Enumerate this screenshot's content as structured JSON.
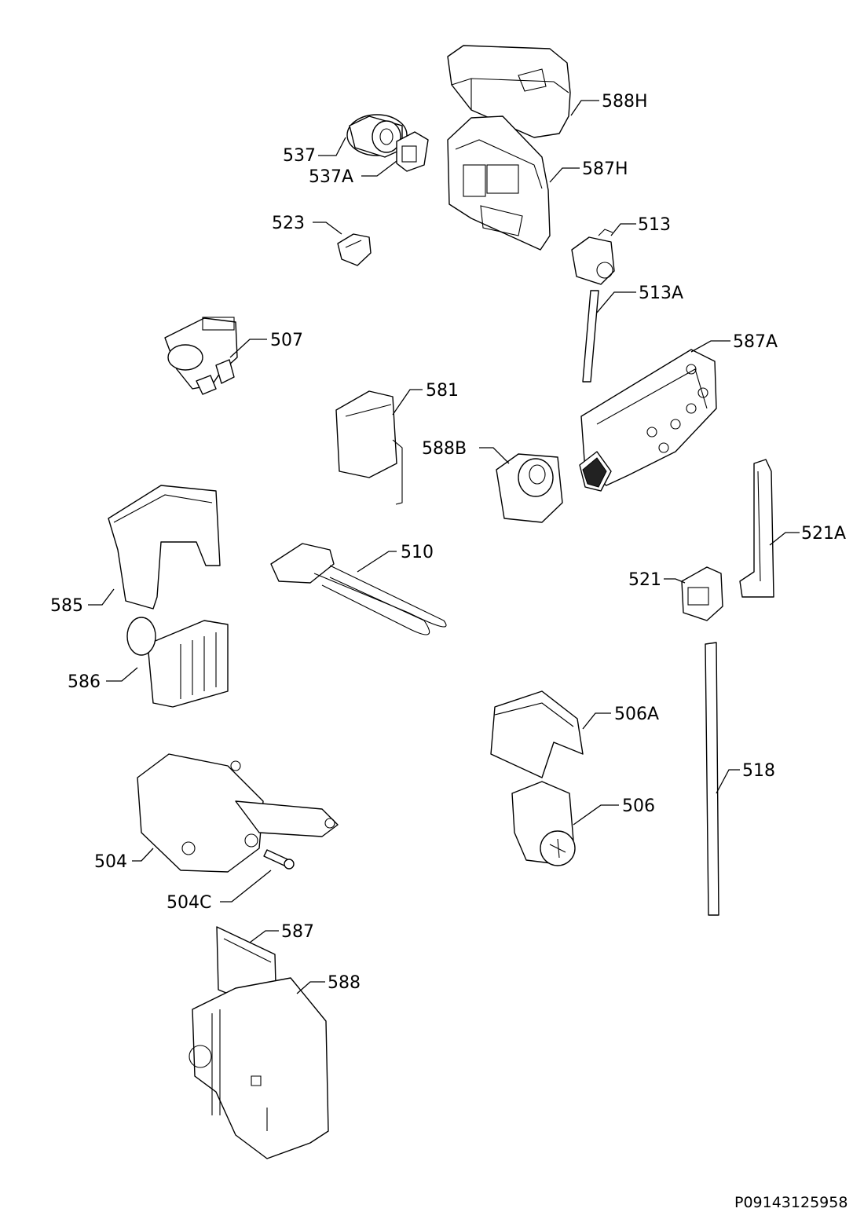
{
  "diagram": {
    "parts": [
      {
        "id": "588H",
        "label": "588H"
      },
      {
        "id": "537",
        "label": "537"
      },
      {
        "id": "537A",
        "label": "537A"
      },
      {
        "id": "587H",
        "label": "587H"
      },
      {
        "id": "523",
        "label": "523"
      },
      {
        "id": "513",
        "label": "513"
      },
      {
        "id": "513A",
        "label": "513A"
      },
      {
        "id": "507",
        "label": "507"
      },
      {
        "id": "587A",
        "label": "587A"
      },
      {
        "id": "581",
        "label": "581"
      },
      {
        "id": "588B",
        "label": "588B"
      },
      {
        "id": "521A",
        "label": "521A"
      },
      {
        "id": "510",
        "label": "510"
      },
      {
        "id": "521",
        "label": "521"
      },
      {
        "id": "585",
        "label": "585"
      },
      {
        "id": "586",
        "label": "586"
      },
      {
        "id": "506A",
        "label": "506A"
      },
      {
        "id": "518",
        "label": "518"
      },
      {
        "id": "506",
        "label": "506"
      },
      {
        "id": "504",
        "label": "504"
      },
      {
        "id": "504C",
        "label": "504C"
      },
      {
        "id": "587",
        "label": "587"
      },
      {
        "id": "588",
        "label": "588"
      }
    ],
    "drawing_code": "P09143125958"
  }
}
